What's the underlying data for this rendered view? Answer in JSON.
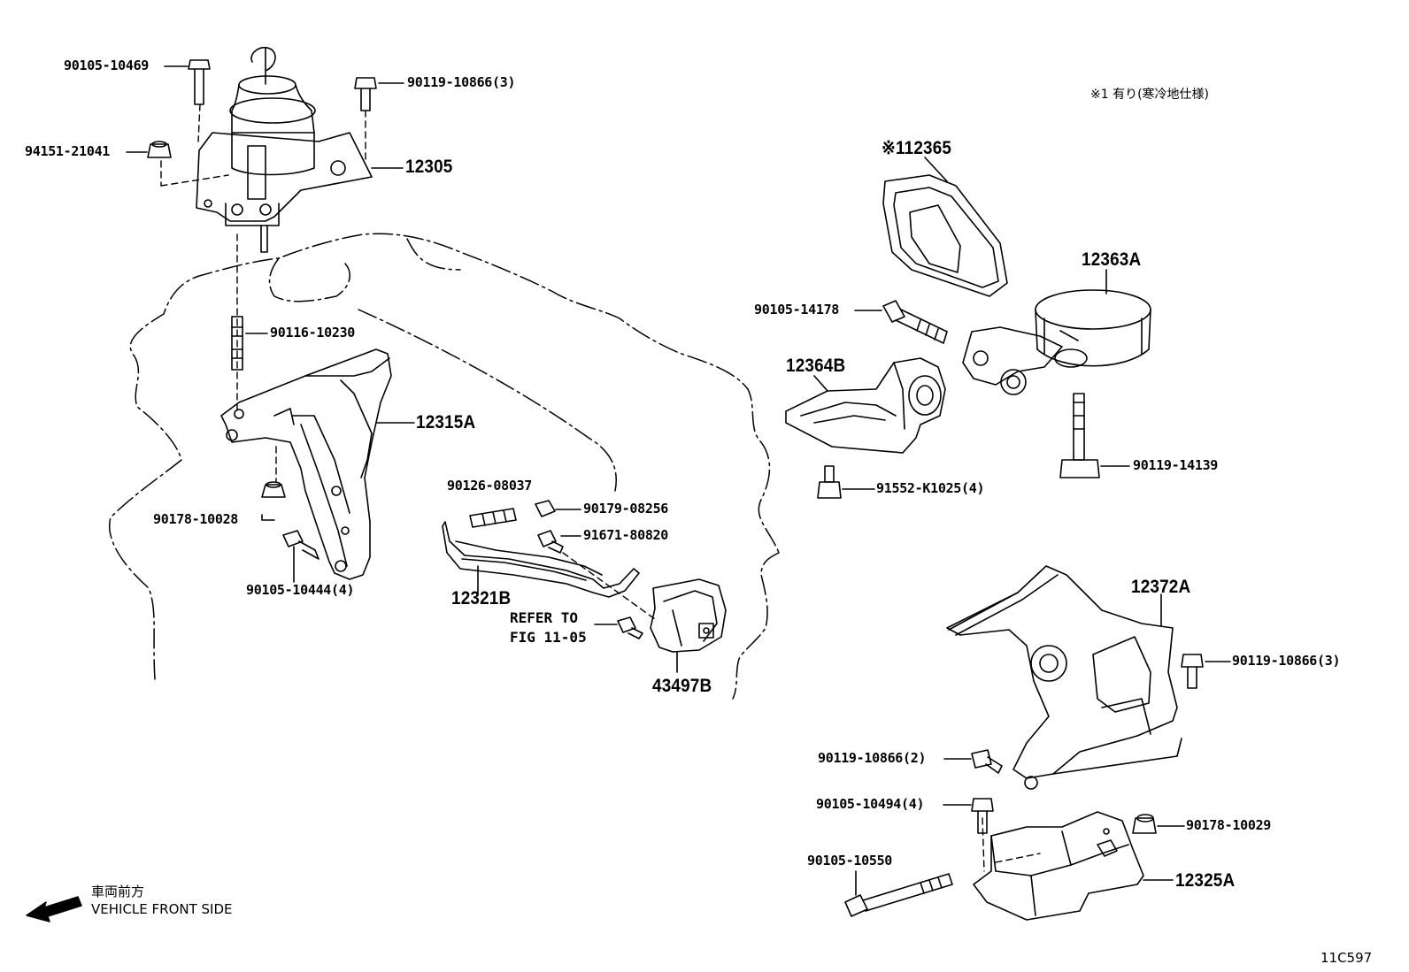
{
  "note": "※1 有り(寒冷地仕様)",
  "parts": {
    "p12305": "12305",
    "p12315a": "12315A",
    "p12321b": "12321B",
    "p43497b": "43497B",
    "p12365": "※112365",
    "p12363a": "12363A",
    "p12364b": "12364B",
    "p12372a": "12372A",
    "p12325a": "12325A"
  },
  "fasteners": {
    "f1": "90105-10469",
    "f2": "90119-10866(3)",
    "f3": "94151-21041",
    "f4": "90116-10230",
    "f5": "90178-10028",
    "f6": "90105-10444(4)",
    "f7": "90126-08037",
    "f8": "90179-08256",
    "f9": "91671-80820",
    "f10": "90105-14178",
    "f11": "90119-14139",
    "f12": "91552-K1025(4)",
    "f13": "90119-10866(3)",
    "f14": "90119-10866(2)",
    "f15": "90105-10494(4)",
    "f16": "90178-10029",
    "f17": "90105-10550"
  },
  "refer": {
    "line1": "REFER TO",
    "line2": "FIG 11-05"
  },
  "legend": {
    "jp": "車両前方",
    "en": "VEHICLE FRONT SIDE"
  },
  "diagram_code": "11C597"
}
